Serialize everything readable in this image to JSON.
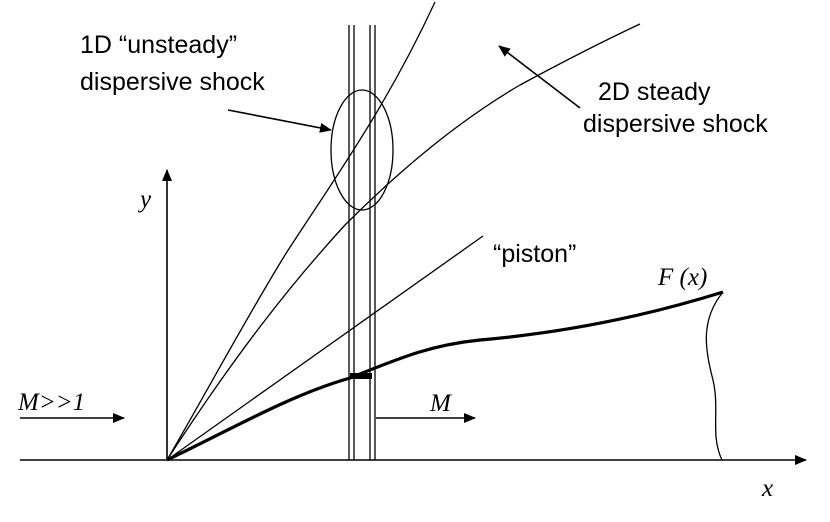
{
  "labels": {
    "shock_1d_line1": "1D “unsteady”",
    "shock_1d_line2": "dispersive shock",
    "shock_2d_line1": "2D steady",
    "shock_2d_line2": "dispersive shock",
    "piston": "“piston”",
    "body_shape": "F (x)",
    "y_axis": "y",
    "x_axis": "x",
    "incoming_flow": "M>>1",
    "piston_speed": "M"
  }
}
